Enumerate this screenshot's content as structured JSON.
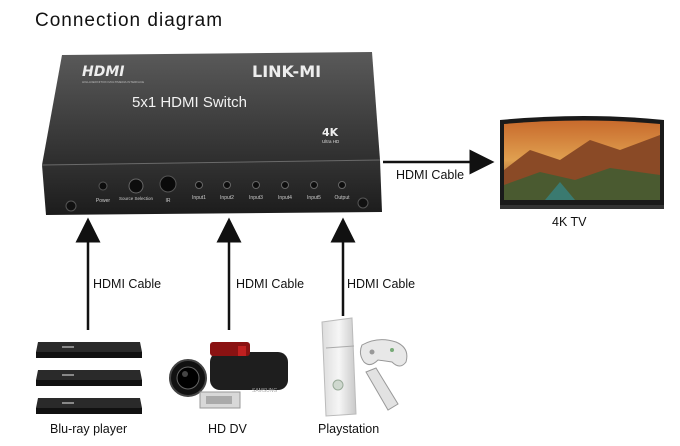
{
  "title": "Connection diagram",
  "switch": {
    "logo": "HDMI",
    "logo_sub": "HIGH-DEFINITION MULTIMEDIA INTERFACE",
    "brand": "LINK-MI",
    "model": "5x1 HDMI Switch",
    "badge_top": "4K",
    "badge_bottom": "Ultra HD",
    "ports": [
      "Power",
      "Source Selection",
      "IR",
      "Input1",
      "Input2",
      "Input3",
      "Input4",
      "Input5",
      "Output"
    ]
  },
  "cables": {
    "tv": "HDMI Cable",
    "bluray": "HDMI Cable",
    "hddv": "HDMI Cable",
    "playstation": "HDMI Cable"
  },
  "devices": {
    "tv": "4K TV",
    "bluray": "Blu-ray player",
    "hddv": "HD DV",
    "playstation": "Playstation",
    "camera_brand": "SAMSUNG"
  }
}
